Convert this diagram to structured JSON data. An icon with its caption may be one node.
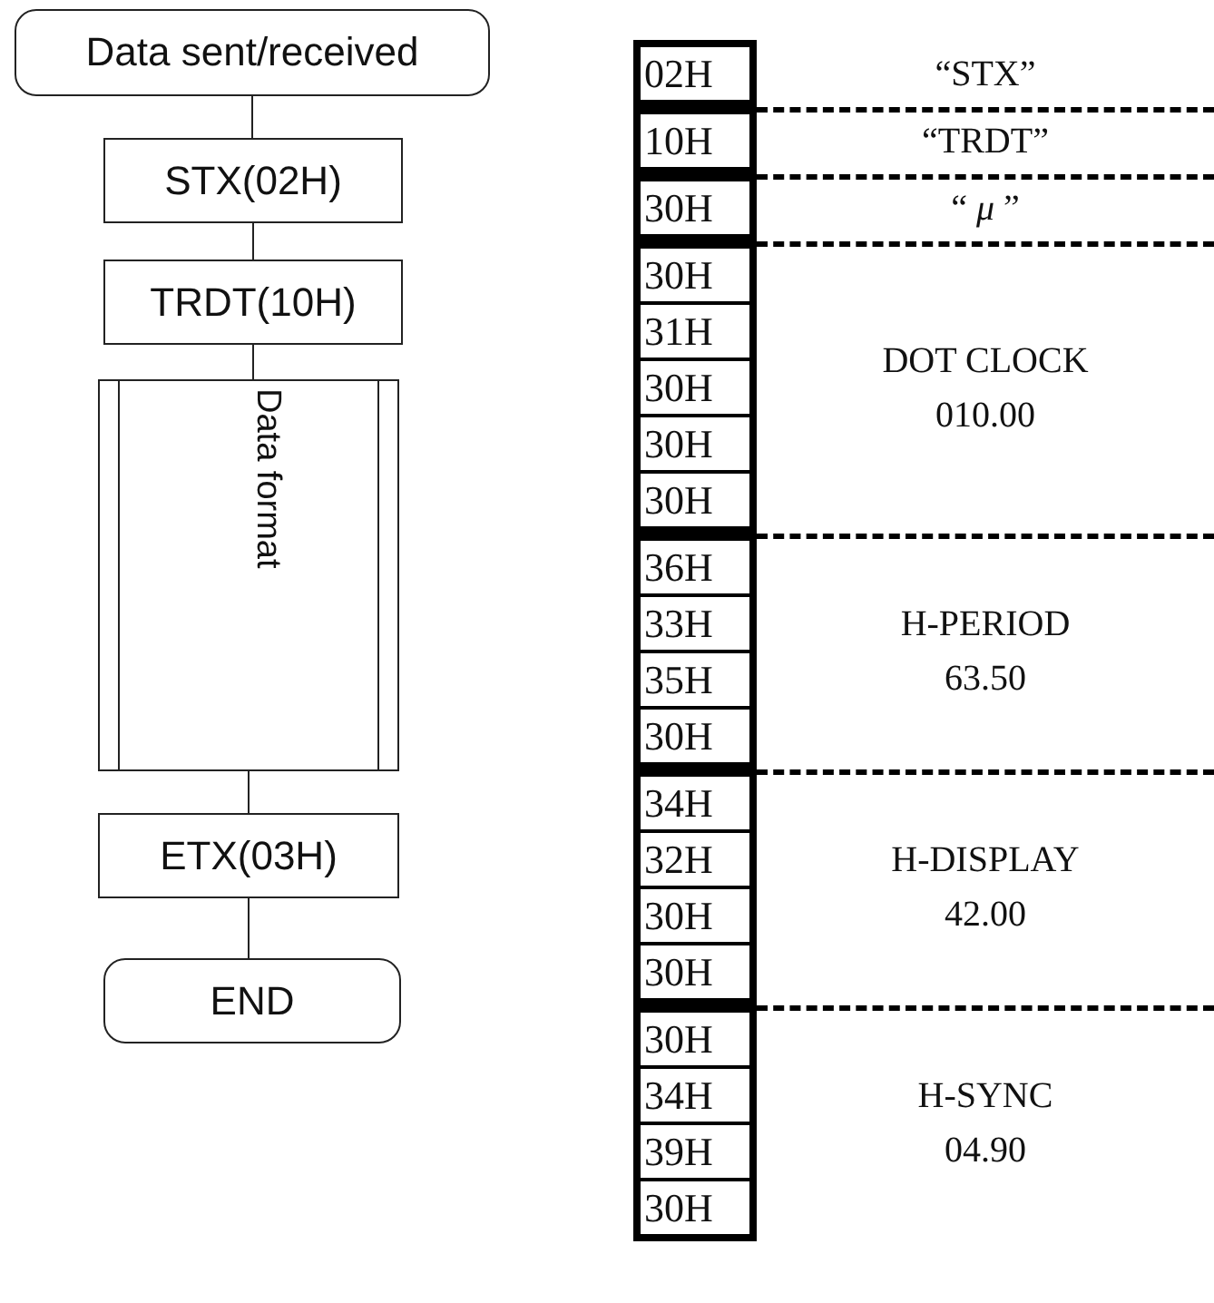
{
  "diagram": {
    "nodes": [
      {
        "text": [
          "Data sent/received"
        ]
      },
      {
        "text": [
          "STX(02H)"
        ]
      },
      {
        "text": [
          "TRDT(10H)"
        ]
      },
      {
        "text": [
          "Data format"
        ]
      },
      {
        "text": [
          "ETX(03H)"
        ]
      },
      {
        "text": [
          "END"
        ]
      },
      {
        "text": [],
        "shape": "box"
      },
      {
        "text": [
          "02H"
        ],
        "in": 6
      },
      {
        "text": [],
        "shape": "box"
      },
      {
        "text": [
          "10H"
        ],
        "in": 8
      },
      {
        "text": [],
        "shape": "box"
      },
      {
        "text": [
          "30H"
        ],
        "in": 10
      },
      {
        "text": [],
        "shape": "box"
      },
      {
        "text": [
          "30H"
        ],
        "in": 12
      },
      {
        "text": [
          "31H"
        ],
        "in": 12
      },
      {
        "text": [
          "30H"
        ],
        "in": 12
      },
      {
        "text": [
          "30H"
        ],
        "in": 12
      },
      {
        "text": [
          "30H"
        ],
        "in": 12
      },
      {
        "text": [],
        "shape": "box"
      },
      {
        "text": [
          "36H"
        ],
        "in": 18
      },
      {
        "text": [
          "33H"
        ],
        "in": 18
      },
      {
        "text": [
          "35H"
        ],
        "in": 18
      },
      {
        "text": [
          "30H"
        ],
        "in": 18
      },
      {
        "text": [],
        "shape": "box"
      },
      {
        "text": [
          "34H"
        ],
        "in": 23
      },
      {
        "text": [
          "32H"
        ],
        "in": 23
      },
      {
        "text": [
          "30H"
        ],
        "in": 23
      },
      {
        "text": [
          "30H"
        ],
        "in": 23
      },
      {
        "text": [],
        "shape": "box"
      },
      {
        "text": [
          "30H"
        ],
        "in": 28
      },
      {
        "text": [
          "34H"
        ],
        "in": 28
      },
      {
        "text": [
          "39H"
        ],
        "in": 28
      },
      {
        "text": [
          "30H"
        ],
        "in": 28
      }
    ],
    "edges": [
      {
        "from": 0,
        "to": 1,
        "arrow": "none"
      },
      {
        "from": 1,
        "to": 2,
        "arrow": "none"
      },
      {
        "from": 2,
        "to": 3,
        "arrow": "none"
      },
      {
        "from": 3,
        "to": 4,
        "arrow": "none"
      },
      {
        "from": 4,
        "to": 5,
        "arrow": "none"
      }
    ],
    "labels": [
      "“STX”",
      "“TRDT”",
      "“ *μ* ”",
      "DOT CLOCK",
      "010.00",
      "H-PERIOD",
      "63.50",
      "H-DISPLAY",
      "42.00",
      "H-SYNC",
      "04.90"
    ]
  }
}
